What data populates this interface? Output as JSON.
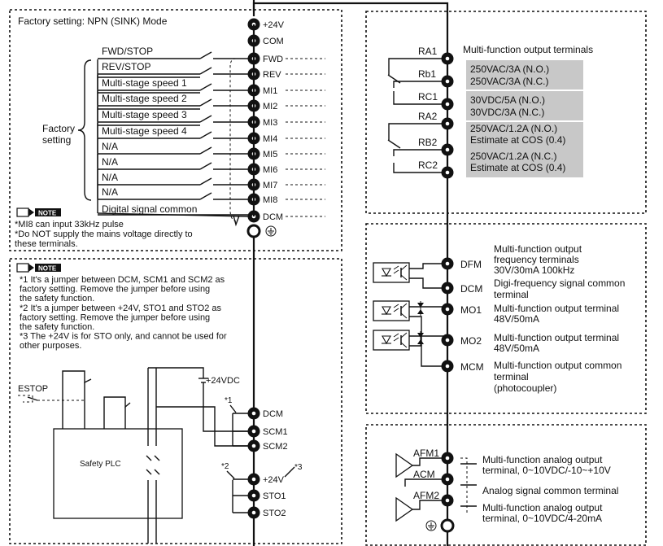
{
  "factory_mode": "Factory setting: NPN (SINK) Mode",
  "factory_setting_label_line1": "Factory",
  "factory_setting_label_line2": "setting",
  "note_label": "NOTE",
  "top_terminals": [
    "+24V",
    "COM",
    "FWD",
    "REV",
    "MI1",
    "MI2",
    "MI3",
    "MI4",
    "MI5",
    "MI6",
    "MI7",
    "MI8",
    "DCM"
  ],
  "switch_labels": [
    "FWD/STOP",
    "REV/STOP",
    "Multi-stage speed 1",
    "Multi-stage speed 2",
    "Multi-stage speed 3",
    "Multi-stage speed 4",
    "N/A",
    "N/A",
    "N/A",
    "N/A",
    "Digital signal common"
  ],
  "note1_lines": [
    "*MI8 can input 33kHz pulse",
    "*Do NOT supply the mains voltage directly to",
    "  these terminals."
  ],
  "note2_lines": [
    "*1 It's a jumper between DCM, SCM1 and SCM2 as",
    "     factory setting. Remove the jumper before using",
    "     the safety function.",
    "*2 It's a jumper between +24V, STO1 and STO2 as",
    "     factory setting. Remove the jumper before using",
    "     the safety function.",
    "*3 The +24V is for STO only, and cannot be used for",
    "     other purposes."
  ],
  "safety": {
    "estop": "ESTOP",
    "plc": "Safety PLC",
    "supply": "+24VDC",
    "mark1": "*1",
    "mark2": "*2",
    "mark3": "*3",
    "terminals": [
      "DCM",
      "SCM1",
      "SCM2",
      "+24V",
      "STO1",
      "STO2"
    ]
  },
  "relay": {
    "title": "Multi-function output terminals",
    "terminals": [
      "RA1",
      "Rb1",
      "RC1",
      "RA2",
      "RB2",
      "RC2"
    ],
    "ratings": [
      [
        "250VAC/3A (N.O.)",
        "250VAC/3A (N.C.)"
      ],
      [
        "30VDC/5A (N.O.)",
        "30VDC/3A (N.C.)"
      ],
      [
        "250VAC/1.2A (N.O.)",
        "Estimate at COS (0.4)"
      ],
      [
        "250VAC/1.2A (N.C.)",
        "Estimate at COS (0.4)"
      ]
    ]
  },
  "digital_outputs": [
    {
      "terminal": "DFM",
      "desc": [
        "Multi-function output",
        "frequency terminals",
        "30V/30mA 100kHz"
      ]
    },
    {
      "terminal": "DCM",
      "desc": [
        "Digi-frequency signal common",
        "terminal"
      ]
    },
    {
      "terminal": "MO1",
      "desc": [
        "Multi-function output terminal",
        "48V/50mA"
      ]
    },
    {
      "terminal": "MO2",
      "desc": [
        "Multi-function output terminal",
        "48V/50mA"
      ]
    },
    {
      "terminal": "MCM",
      "desc": [
        "Multi-function output common",
        "terminal",
        "(photocoupler)"
      ]
    }
  ],
  "analog_outputs": [
    {
      "terminal": "AFM1",
      "desc": [
        "Multi-function analog output",
        "terminal, 0~10VDC/-10~+10V"
      ]
    },
    {
      "terminal": "ACM",
      "desc": [
        "Analog signal common terminal"
      ]
    },
    {
      "terminal": "AFM2",
      "desc": [
        "Multi-function analog output",
        "terminal, 0~10VDC/4-20mA"
      ]
    }
  ],
  "colors": {
    "line": "#111111",
    "rating_box": "#c8c8c8",
    "background": "#ffffff"
  },
  "icons": [
    "ground-icon",
    "terminal-icon",
    "note-icon",
    "photocoupler-icon",
    "opamp-icon",
    "relay-contact-icon",
    "switch-icon"
  ]
}
